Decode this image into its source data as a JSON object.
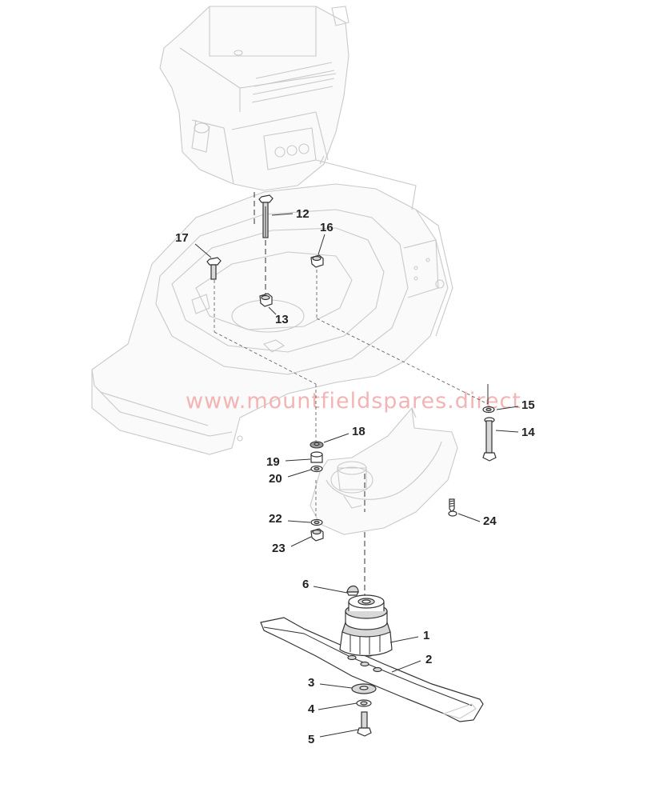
{
  "watermark": "www.mountfieldspares.direct",
  "callouts": [
    {
      "id": "1",
      "label": "1"
    },
    {
      "id": "2",
      "label": "2"
    },
    {
      "id": "3",
      "label": "3"
    },
    {
      "id": "4",
      "label": "4"
    },
    {
      "id": "5",
      "label": "5"
    },
    {
      "id": "6",
      "label": "6"
    },
    {
      "id": "12",
      "label": "12"
    },
    {
      "id": "13",
      "label": "13"
    },
    {
      "id": "14",
      "label": "14"
    },
    {
      "id": "15",
      "label": "15"
    },
    {
      "id": "16",
      "label": "16"
    },
    {
      "id": "17",
      "label": "17"
    },
    {
      "id": "18",
      "label": "18"
    },
    {
      "id": "19",
      "label": "19"
    },
    {
      "id": "20",
      "label": "20"
    },
    {
      "id": "22",
      "label": "22"
    },
    {
      "id": "23",
      "label": "23"
    },
    {
      "id": "24",
      "label": "24"
    }
  ]
}
